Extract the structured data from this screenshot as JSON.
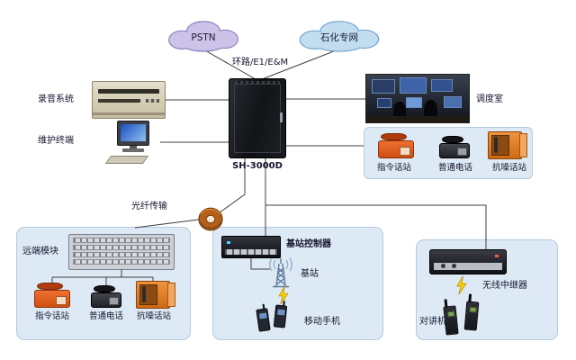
{
  "clouds": {
    "pstn": "PSTN",
    "petro": "石化专网"
  },
  "trunk_label": "环路/E1/E&M",
  "recording_label": "录音系统",
  "maintenance_label": "维护终端",
  "cabinet_label": "SH-3000D",
  "dispatch_label": "调度室",
  "fiber_label": "光纤传输",
  "right_phones": {
    "labels": [
      "指令话站",
      "普通电话",
      "抗噪话站"
    ]
  },
  "remote_box": {
    "module_label": "远端模块",
    "labels": [
      "指令话站",
      "普通电话",
      "抗噪话站"
    ]
  },
  "bsc_box": {
    "controller_label": "基站控制器",
    "station_label": "基站",
    "mobile_label": "移动手机"
  },
  "repeater_box": {
    "repeater_label": "无线中继器",
    "intercom_label": "对讲机"
  },
  "colors": {
    "box_fill": "#dde9f4",
    "box_border": "#b4cbdf",
    "pstn_cloud": "#cdc2e8",
    "petro_cloud": "#c2ddf0",
    "line": "#3f3f3f",
    "accent_orange": "#cf4e12",
    "lightning": "#ffd400"
  }
}
